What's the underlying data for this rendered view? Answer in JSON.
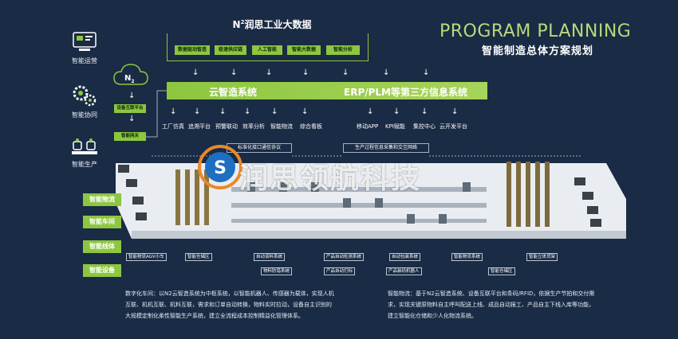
{
  "colors": {
    "background": "#1a2b45",
    "accent_green": "#8dc63f",
    "heading_green": "#b9d97a",
    "logo_blue": "#1e6fc2",
    "logo_orange": "#e8892b"
  },
  "left_icons": [
    {
      "label": "智能运营",
      "icon": "operations-icon"
    },
    {
      "label": "智能协同",
      "icon": "gears-icon"
    },
    {
      "label": "智能生产",
      "icon": "robot-arm-icon"
    }
  ],
  "bigdata": {
    "title_sup": "2",
    "title_prefix": "N",
    "title_main": "润思工业大数据",
    "chips": [
      "数据驱动智造",
      "极速供应链",
      "人工智能",
      "智能大数据",
      "智能分析"
    ]
  },
  "heading": {
    "en": "PROGRAM PLANNING",
    "cn": "智能制造总体方案规划"
  },
  "cloud": {
    "label_n": "N",
    "label_sub": "2"
  },
  "green_bar": {
    "left": "云智造系统",
    "right": "ERP/PLM等第三方信息系统"
  },
  "functions": [
    "工厂仿真",
    "追溯平台",
    "预警联动",
    "效率分析",
    "智能物流",
    "综合看板",
    "移动APP",
    "KPI赋能",
    "集控中心",
    "云开发平台"
  ],
  "left_stack": [
    "设备互联平台",
    "智能网关"
  ],
  "protocols": [
    "标准化接口通信协议",
    "生产过程信息采集和交互网络"
  ],
  "side_tags": [
    "智能物流",
    "智能车间",
    "智能线体",
    "智能设备"
  ],
  "equipment_labels": [
    "智能物流AGV小车",
    "智能仓储区",
    "自动该料系统",
    "物料防错系统",
    "产品自动检测系统",
    "产品自动打标",
    "自动包装系统",
    "产品装码机器人",
    "智能物流系统",
    "智能仓储区",
    "智能立体货架"
  ],
  "watermark": "润思领航科技",
  "desc_left": [
    "数字化车间：以N2云智造系统为中枢系统，以智能机器人、传感器为载体，实现人机",
    "互联、机机互联、机料互联，需求和订单自动转换，物料实时拉动，设备自主识别的",
    "大规模定制化柔性智能生产系统，建立全流程成本控制精益化管理体系。"
  ],
  "desc_right": [
    "智能物流：基于N2云智造系统、设备互联平台和条码/RFID，依据生产节拍和交付需",
    "求，实现关键原物料自主呼叫配送上线、成品自动报工、产品自主下线入库等功能，",
    "建立智能化仓储和少人化物流系统。"
  ]
}
